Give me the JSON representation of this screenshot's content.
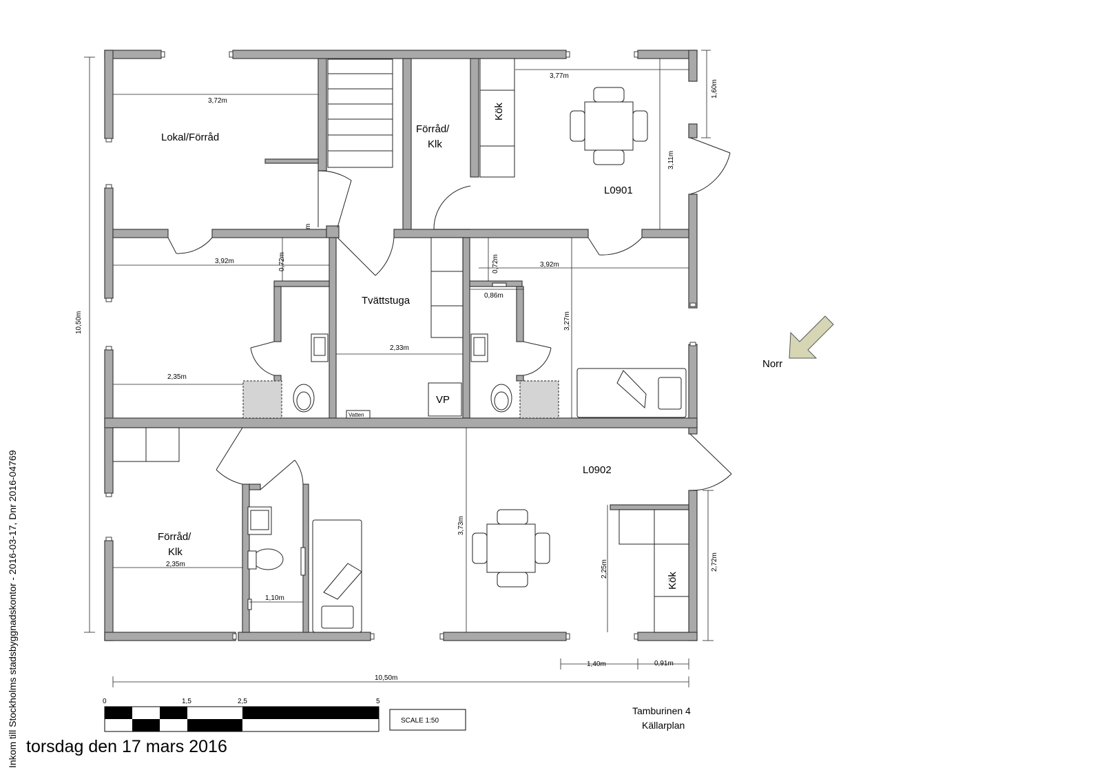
{
  "rooms": {
    "lokal_forrad": "Lokal/Förråd",
    "forrad_klk_top_line1": "Förråd/",
    "forrad_klk_top_line2": "Klk",
    "kok_top": "Kök",
    "l0901": "L0901",
    "tvattstuga": "Tvättstuga",
    "vp": "VP",
    "vatten": "Vatten",
    "l0902": "L0902",
    "forrad_klk_bottom_line1": "Förråd/",
    "forrad_klk_bottom_line2": "Klk",
    "kok_bottom": "Kök"
  },
  "dimensions": {
    "d_3_72": "3,72m",
    "d_3_77": "3,77m",
    "d_1_60": "1,60m",
    "d_3_11": "3,11m",
    "d_0_72_left": "0,72m",
    "d_3_92_left": "3,92m",
    "d_0_72_right": "0,72m",
    "d_3_92_right": "3,92m",
    "d_0_86": "0,86m",
    "d_3_27": "3,27m",
    "d_2_35_top": "2,35m",
    "d_2_33": "2,33m",
    "d_10_50_v": "10,50m",
    "d_3_73": "3,73m",
    "d_2_25": "2,25m",
    "d_2_72": "2,72m",
    "d_2_35_bottom": "2,35m",
    "d_1_10": "1,10m",
    "d_1_40": "1,40m",
    "d_0_91": "0,91m",
    "d_10_50_h": "10,50m",
    "d_partial_m": "m"
  },
  "compass": {
    "label": "Norr"
  },
  "scale_bar": {
    "ticks": [
      "0",
      "1,5",
      "2,5",
      "5"
    ]
  },
  "scale_box": {
    "label": "SCALE  1:50"
  },
  "title_block": {
    "line1": "Tamburinen 4",
    "line2": "Källarplan"
  },
  "date": "torsdag den 17 mars 2016",
  "stamp": "Inkom till Stockholms stadsbyggnadskontor - 2016-03-17, Dnr 2016-04769",
  "colors": {
    "wall_fill": "#a9a9a9",
    "wall_stroke": "#3a3a3a",
    "compass_fill": "#d6d6b4",
    "fixture_gray": "#d4d4d4"
  }
}
